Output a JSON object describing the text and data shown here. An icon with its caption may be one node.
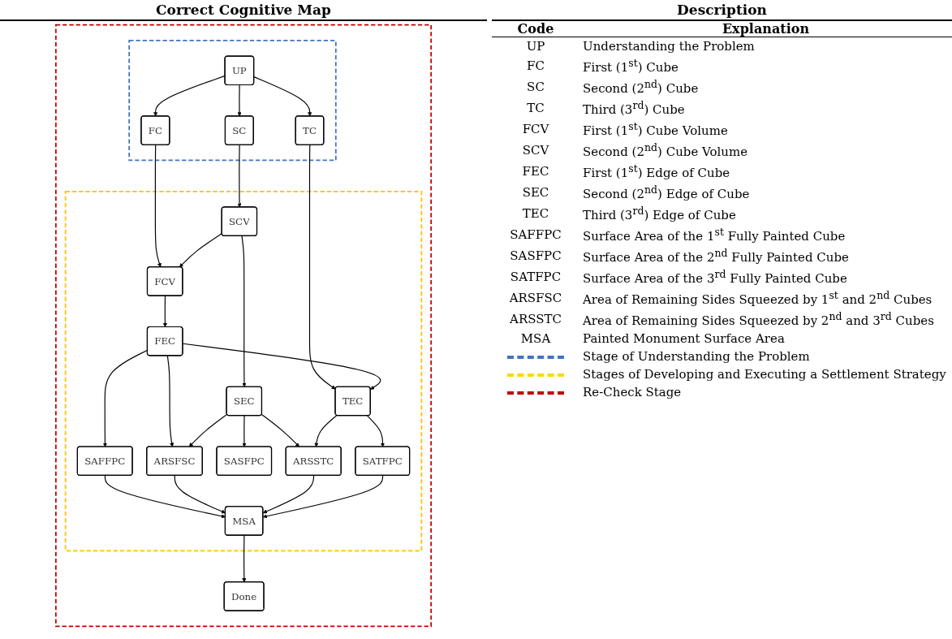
{
  "diagram": {
    "title": "Correct Cognitive Map",
    "nodes": [
      {
        "text": [],
        "shape": "box"
      },
      {
        "text": [],
        "shape": "box",
        "in": 0
      },
      {
        "text": [
          "UP"
        ],
        "in": 1
      },
      {
        "text": [
          "FC"
        ],
        "in": 1
      },
      {
        "text": [
          "SC"
        ],
        "in": 1
      },
      {
        "text": [
          "TC"
        ],
        "in": 1
      },
      {
        "text": [],
        "shape": "box",
        "in": 0
      },
      {
        "text": [
          "FCV"
        ],
        "in": 6
      },
      {
        "text": [
          "SCV"
        ],
        "in": 6
      },
      {
        "text": [
          "TEC"
        ],
        "in": 6
      },
      {
        "text": [
          "FEC"
        ],
        "in": 6
      },
      {
        "text": [
          "SEC"
        ],
        "in": 6
      },
      {
        "text": [
          "SAFFPC"
        ],
        "in": 6
      },
      {
        "text": [
          "SASFPC"
        ],
        "in": 6
      },
      {
        "text": [
          "SATFPC"
        ],
        "in": 6
      },
      {
        "text": [
          "ARSFSC"
        ],
        "in": 6
      },
      {
        "text": [
          "ARSSTC"
        ],
        "in": 6
      },
      {
        "text": [
          "MSA"
        ],
        "in": 6
      },
      {
        "text": [
          "Done"
        ],
        "in": 0
      }
    ],
    "edges": [
      {
        "from": 2,
        "to": 3,
        "arrow": "to"
      },
      {
        "from": 2,
        "to": 4,
        "arrow": "to"
      },
      {
        "from": 2,
        "to": 5,
        "arrow": "to"
      },
      {
        "from": 3,
        "to": 7,
        "arrow": "to"
      },
      {
        "from": 4,
        "to": 8,
        "arrow": "to"
      },
      {
        "from": 5,
        "to": 9,
        "arrow": "to"
      },
      {
        "from": 8,
        "to": 7,
        "arrow": "to"
      },
      {
        "from": 7,
        "to": 10,
        "arrow": "to"
      },
      {
        "from": 8,
        "to": 11,
        "arrow": "to"
      },
      {
        "from": 10,
        "to": 9,
        "arrow": "to"
      },
      {
        "from": 10,
        "to": 12,
        "arrow": "to"
      },
      {
        "from": 10,
        "to": 15,
        "arrow": "to"
      },
      {
        "from": 11,
        "to": 13,
        "arrow": "to"
      },
      {
        "from": 11,
        "to": 15,
        "arrow": "to"
      },
      {
        "from": 11,
        "to": 16,
        "arrow": "to"
      },
      {
        "from": 9,
        "to": 16,
        "arrow": "to"
      },
      {
        "from": 9,
        "to": 14,
        "arrow": "to"
      },
      {
        "from": 12,
        "to": 17,
        "arrow": "to"
      },
      {
        "from": 15,
        "to": 17,
        "arrow": "to"
      },
      {
        "from": 16,
        "to": 17,
        "arrow": "to"
      },
      {
        "from": 14,
        "to": 17,
        "arrow": "to"
      },
      {
        "from": 17,
        "to": 18,
        "arrow": "to"
      }
    ],
    "labels": [
      "Description",
      "Code",
      "Explanation",
      "UP",
      "Understanding the Problem",
      "FC",
      "First (1$^{st}$) Cube",
      "SC",
      "Second (2$^{nd}$) Cube",
      "TC",
      "Third (3$^{rd}$) Cube",
      "FCV",
      "First (1$^{st}$) Cube Volume",
      "SCV",
      "Second (2$^{nd}$) Cube Volume",
      "FEC",
      "First (1$^{st}$) Edge of Cube",
      "SEC",
      "Second (2$^{nd}$) Edge of Cube",
      "TEC",
      "Third (3$^{rd}$) Edge of Cube",
      "SAFFPC",
      "Surface Area of the 1$^{st}$ Fully Painted Cube",
      "SASFPC",
      "Surface Area of the 2$^{nd}$ Fully Painted Cube",
      "SATFPC",
      "Surface Area of the 3$^{rd}$ Fully Painted Cube",
      "ARSFSC",
      "Area of Remaining Sides Squeezed by 1$^{st}$ and 2$^{nd}$ Cubes",
      "ARSSTC",
      "Area of Remaining Sides Squeezed by 2$^{nd}$ and 3$^{rd}$ Cubes",
      "MSA",
      "Painted Monument Surface Area"
    ],
    "legend": [
      {
        "text": "Stage of Understanding the Problem"
      },
      {
        "text": "Stages of Developing and Executing a Settlement Strategy"
      },
      {
        "text": "Re-Check Stage"
      }
    ]
  }
}
